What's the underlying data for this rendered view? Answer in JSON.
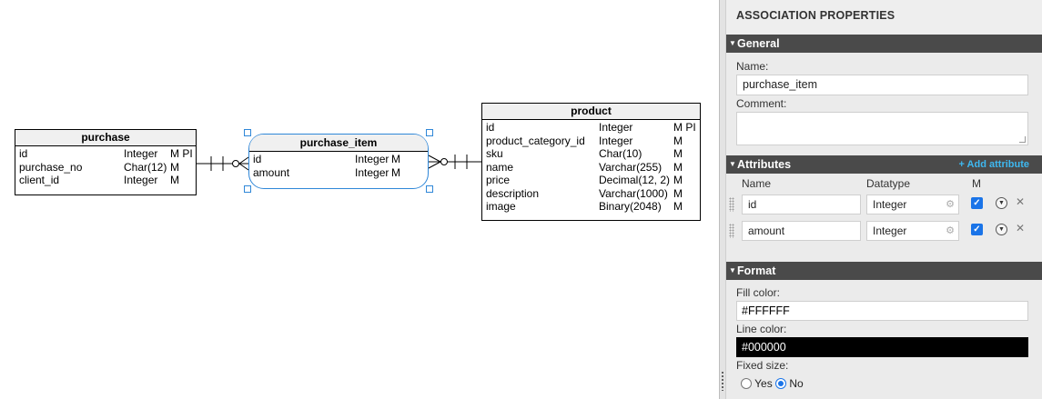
{
  "diagram": {
    "purchase": {
      "title": "purchase",
      "rows": [
        {
          "name": "id",
          "type": "Integer",
          "flags": "M PI"
        },
        {
          "name": "purchase_no",
          "type": "Char(12)",
          "flags": "M"
        },
        {
          "name": "client_id",
          "type": "Integer",
          "flags": "M"
        }
      ]
    },
    "purchase_item": {
      "title": "purchase_item",
      "rows": [
        {
          "name": "id",
          "type": "Integer",
          "flags": "M"
        },
        {
          "name": "amount",
          "type": "Integer",
          "flags": "M"
        }
      ]
    },
    "product": {
      "title": "product",
      "rows": [
        {
          "name": "id",
          "type": "Integer",
          "flags": "M PI"
        },
        {
          "name": "product_category_id",
          "type": "Integer",
          "flags": "M"
        },
        {
          "name": "sku",
          "type": "Char(10)",
          "flags": "M"
        },
        {
          "name": "name",
          "type": "Varchar(255)",
          "flags": "M"
        },
        {
          "name": "price",
          "type": "Decimal(12, 2)",
          "flags": "M"
        },
        {
          "name": "description",
          "type": "Varchar(1000)",
          "flags": "M"
        },
        {
          "name": "image",
          "type": "Binary(2048)",
          "flags": "M"
        }
      ]
    }
  },
  "panel": {
    "title": "ASSOCIATION PROPERTIES",
    "general": {
      "heading": "General",
      "name_label": "Name:",
      "name_value": "purchase_item",
      "comment_label": "Comment:",
      "comment_value": ""
    },
    "attributes": {
      "heading": "Attributes",
      "add_label": "+ Add attribute",
      "col_name": "Name",
      "col_datatype": "Datatype",
      "col_m": "M",
      "rows": [
        {
          "name": "id",
          "datatype": "Integer",
          "mandatory": true
        },
        {
          "name": "amount",
          "datatype": "Integer",
          "mandatory": true
        }
      ]
    },
    "format": {
      "heading": "Format",
      "fill_label": "Fill color:",
      "fill_value": "#FFFFFF",
      "line_label": "Line color:",
      "line_value": "#000000",
      "fixed_label": "Fixed size:",
      "yes_label": "Yes",
      "no_label": "No",
      "fixed_selected": "No"
    }
  },
  "colors": {
    "selection": "#2f87d8",
    "panel_bg": "#ebebeb",
    "section_bg": "#4a4a4a",
    "link": "#3eb8f0",
    "checkbox": "#1a74e8"
  }
}
